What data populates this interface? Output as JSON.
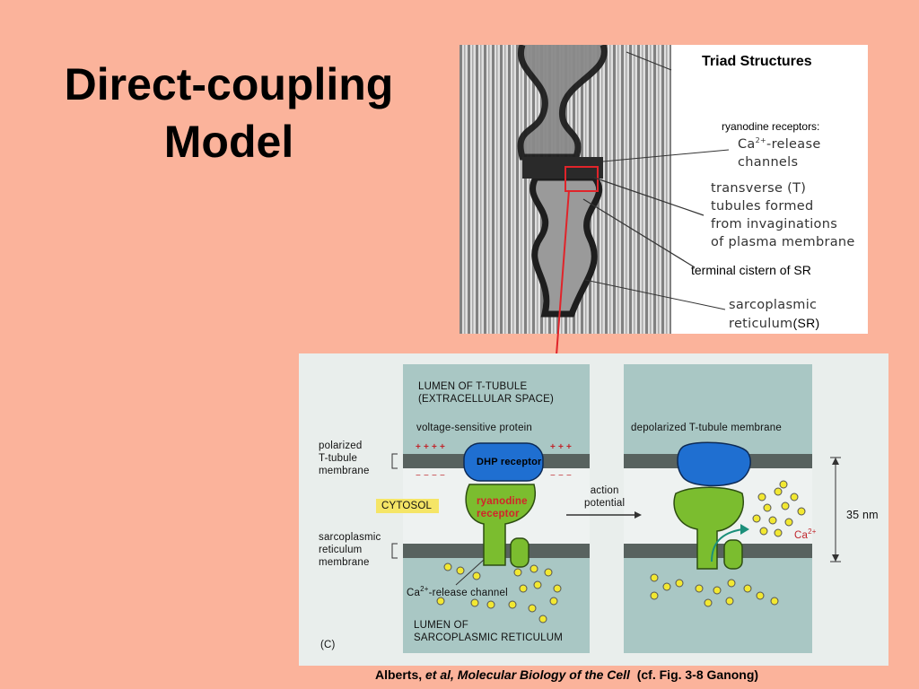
{
  "slide": {
    "title_line1": "Direct-coupling",
    "title_line2": "Model"
  },
  "micrograph": {
    "heading": "Triad Structures",
    "ryanodine_label": "ryanodine receptors:",
    "ca_release_line1": "Ca",
    "ca_release_sup": "2+",
    "ca_release_line1_rest": "-release",
    "ca_release_line2": "channels",
    "t_tubule_line1": "transverse (T)",
    "t_tubule_line2": "tubules formed",
    "t_tubule_line3": "from invaginations",
    "t_tubule_line4": "of plasma membrane",
    "terminal_cistern": "terminal cistern of SR",
    "sr_line1": "sarcoplasmic",
    "sr_line2": "reticulum",
    "sr_abbr": "(SR)"
  },
  "diagram": {
    "lumen_t_line1": "LUMEN OF T-TUBULE",
    "lumen_t_line2": "(EXTRACELLULAR SPACE)",
    "voltage_sensitive": "voltage-sensitive protein",
    "depolarized": "depolarized T-tubule membrane",
    "polarized_line1": "polarized",
    "polarized_line2": "T-tubule",
    "polarized_line3": "membrane",
    "plus_left": "+ + + +",
    "plus_right": "+ + +",
    "minus_left": "− − − −",
    "minus_right": "− − −",
    "dhp_receptor": "DHP receptor",
    "ryanodine_line1": "ryanodine",
    "ryanodine_line2": "receptor",
    "cytosol": "CYTOSOL",
    "action_line1": "action",
    "action_line2": "potential",
    "distance": "35 nm",
    "ca_ion": "Ca",
    "ca_ion_sup": "2+",
    "sr_membrane_line1": "sarcoplasmic",
    "sr_membrane_line2": "reticulum",
    "sr_membrane_line3": "membrane",
    "ca_channel": "Ca",
    "ca_channel_sup": "2+",
    "ca_channel_rest": "-release channel",
    "lumen_sr_line1": "LUMEN OF",
    "lumen_sr_line2": "SARCOPLASMIC RETICULUM",
    "panel_tag": "(C)"
  },
  "citation": {
    "author": "Alberts, ",
    "etal": "et al, Molecular Biology of the Cell",
    "ref": "  (cf. Fig. 3-8 Ganong)"
  },
  "colors": {
    "background": "#fbb39b",
    "dhp_blue": "#1f6fd1",
    "ryanodine_green": "#7bbd2f",
    "membrane_grey": "#58625f",
    "lumen_teal": "#a9c7c4",
    "calcium_yellow": "#f2e832",
    "highlight_red": "#e0242a"
  }
}
